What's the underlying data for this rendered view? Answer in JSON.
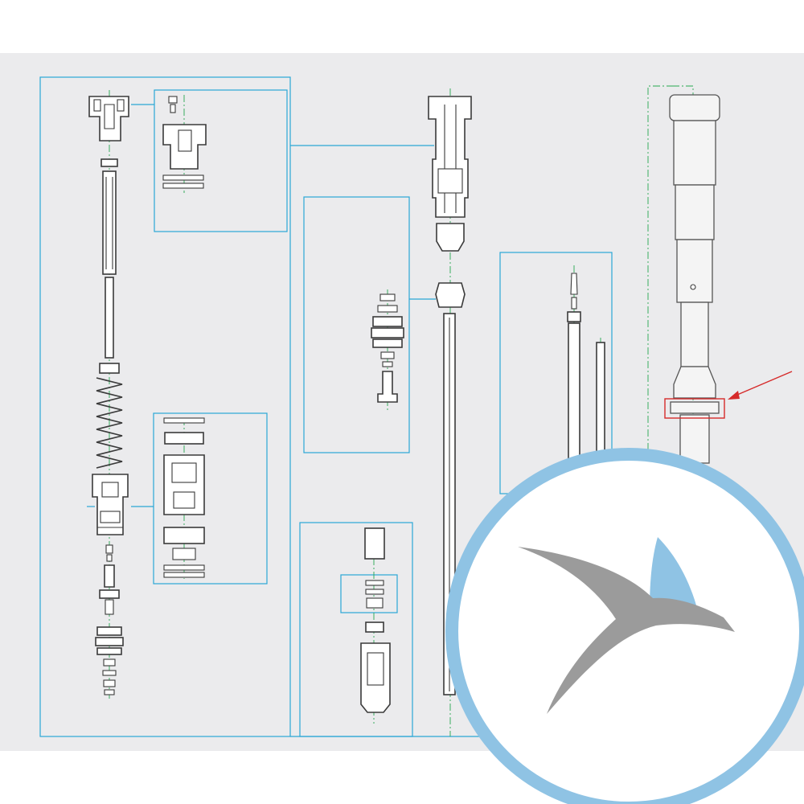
{
  "figure": {
    "view": "exploded-assembly",
    "colors": {
      "background": "#ebebed",
      "page": "#ffffff",
      "callout_frame": "#2aa7d6",
      "center_axis": "#27a84f",
      "part_outline": "#3a3a3a",
      "highlight": "#d62a2a"
    },
    "callout_groups": [
      "left-assembly",
      "top-cap-detail",
      "cartridge-detail",
      "piston-detail",
      "valve-detail",
      "rod-detail"
    ],
    "highlighted_part": "lower-ring-seal"
  },
  "watermark": {
    "shape": "stylized-bird",
    "ring_color": "#8fc3e4",
    "fill_color": "#ffffff",
    "body_color": "#9b9b9b",
    "wing_color": "#8fc3e4"
  }
}
